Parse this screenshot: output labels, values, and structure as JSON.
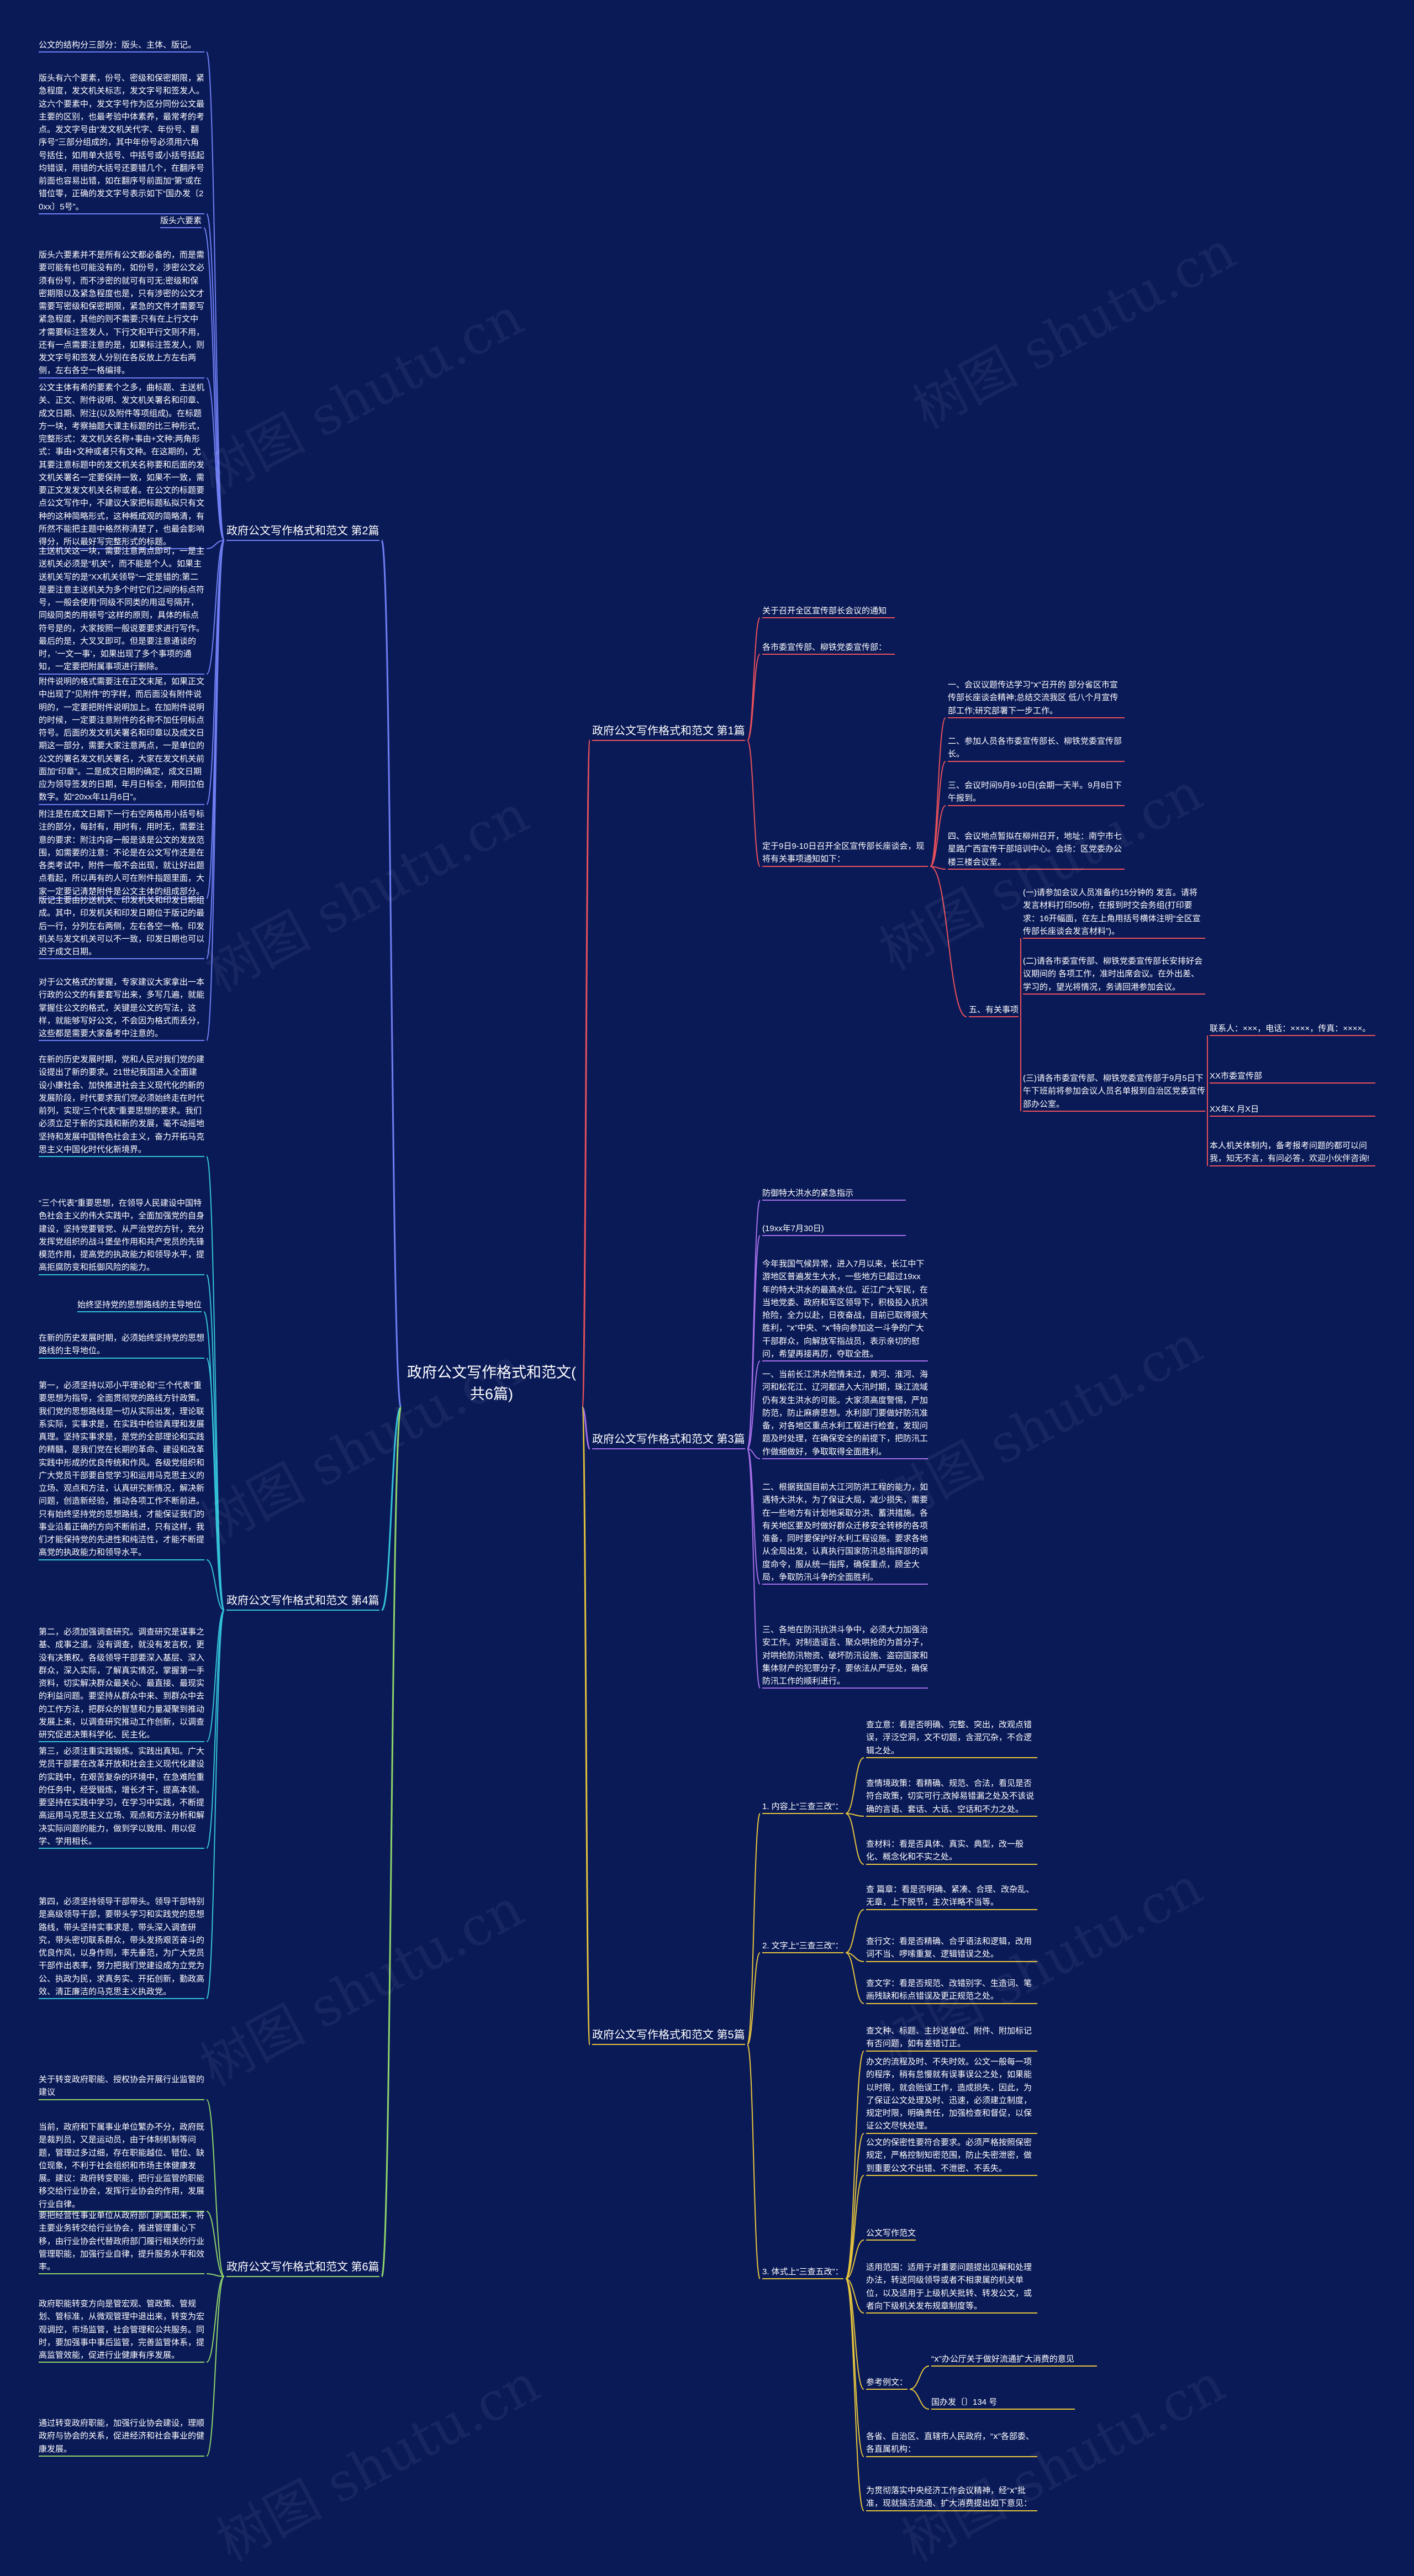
{
  "watermark": "树图 shutu.cn",
  "colors": {
    "background": "#0a1a57",
    "branch1": "#e8505b",
    "branch2": "#6f7ef2",
    "branch3": "#a46ee8",
    "branch4": "#33c1d8",
    "branch5": "#e5c43c",
    "branch6": "#8fd46a"
  },
  "root": {
    "label": "政府公文写作格式和范文(\n共6篇)"
  },
  "branches": [
    {
      "label": "政府公文写作格式和范文 第1篇",
      "children": [
        {
          "label": "关于召开全区宣传部长会议的通知"
        },
        {
          "label": "各市委宣传部、柳铁党委宣传部："
        },
        {
          "label": "定于9日9-10日召开全区宣传部长座谈会，现将有关事项通知如下：",
          "children": [
            {
              "label": "一、会议议题传达学习“ⅹ”召开的 部分省区市宣传部长座谈会精神;总结交流我区 低八个月宣传部工作;研究部署下一步工作。"
            },
            {
              "label": "二、参加人员各市委宣传部长、柳铁党委宣传部长。"
            },
            {
              "label": "三、会议时间9月9-10日(会期一天半。9月8日下午报到。"
            },
            {
              "label": "四、会议地点暂拟在柳州召开，地址：南宁市七星路广西宣传干部培训中心。会场：区党委办公楼三楼会议室。"
            },
            {
              "label": "五、有关事项",
              "children": [
                {
                  "label": "(一)请参加会议人员准备约15分钟的 发言。请将发言材料打印50份，在报到时交会务组(打印要求：16开幅面，在左上角用括号横体注明“全区宣传部长座谈会发言材料”)。"
                },
                {
                  "label": "(二)请各市委宣传部、柳铁党委宣传部长安排好会议期间的 各项工作，准时出席会议。在外出差、学习的，望光将情况，务请回港参加会议。"
                },
                {
                  "label": "(三)请各市委宣传部、柳铁党委宣传部于9月5日下午下班前将参加会议人员名单报到自治区党委宣传部办公室。",
                  "children": [
                    {
                      "label": "联系人：×××，电话：××××，传真：××××。"
                    },
                    {
                      "label": "XX市委宣传部"
                    },
                    {
                      "label": "XX年X 月X日"
                    },
                    {
                      "label": "本人机关体制内，备考报考问题的都可以问我，知无不言，有问必答，欢迎小伙伴咨询!"
                    }
                  ]
                }
              ]
            }
          ]
        }
      ]
    },
    {
      "label": "政府公文写作格式和范文 第2篇",
      "children": [
        {
          "label": "公文的结构分三部分：版头、主体、版记。"
        },
        {
          "label": "版头有六个要素，份号、密级和保密期限，紧急程度，发文机关标志，发文字号和签发人。这六个要素中，发文字号作为区分同份公文最主要的区别，也最考验中体素养，最常考的考点。发文字号由“发文机关代字、年份号、翻序号”三部分组成的，其中年份号必须用六角号括住，如用单大括号、中括号或小括号括起均错误，用错的大括号还要错几个，在翻序号前面也容易出错，如在翻序号前面加“第”或在错位零，正确的发文字号表示如下“国办发〔20xx〕5号”。"
        },
        {
          "label": "版头六要素"
        },
        {
          "label": "版头六要素并不是所有公文都必备的，而是需要可能有也可能没有的，如份号，涉密公文必须有份号，而不涉密的就可有可无;密级和保密期限以及紧急程度也是，只有涉密的公文才需要写密级和保密期限，紧急的文件才需要写紧急程度，其他的则不需要;只有在上行文中才需要标注签发人，下行文和平行文则不用，还有一点需要注意的是，如果标注签发人，则发文字号和签发人分别在各反放上方左右两侧，左右各空一格编排。"
        },
        {
          "label": "公文主体有希的要素个之多，曲标题、主送机关、正文、附件说明、发文机关署名和印章、成文日期、附注(以及附件等项组成)。在标题方一块，考察抽题大课主标题的比三种形式，完整形式：发文机关名称+事由+文种;两角形式：事由+文种或者只有文种。在这期的，尤其要注意标题中的发文机关名称要和后面的发文机关署名一定要保持一致，如果不一致，需要正文发发文机关名称或者。在公文的标题要点公文写作中，不建议大家把标题私拟只有文种的这种简略形式，这种概成观的简略清，有所然不能把主题中格然称清楚了，也最会影响得分，所以最好写完整形式的标题。"
        },
        {
          "label": "主送机关这一块，需要注意两点即可，一是主送机关必须是“机关”，而不能是个人。如果主送机关写的是“XX机关领导”一定是错的;第二是要注意主送机关为多个时它们之间的标点符号，一般会使用“同级不同类的用逗号隔开，同级同类的用顿号”这样的原则，具体的标点符号是的，大家按照一般说要要求进行写作。最后的是，大叉叉即可。但是要注意通谈的时，‘一文一事’，如果出现了多个事项的通知，一定要把附属事项进行删除。"
        },
        {
          "label": "附件说明的格式需要注在正文末尾，如果正文中出现了“见附件”的字样，而后面没有附件说明的，一定要把附件说明加上。在加附件说明的时候，一定要注意附件的名称不加任何标点符号。后面的发文机关署名和印章以及成文日期这一部分，需要大家注意两点，一是单位的公文的署名发文机关署名，大家在发文机关前面加“印章”。二是成文日期的确定，成文日期应为领导签发的日期，年月日标全，用阿拉伯数字。如“20xx年11月6日”。"
        },
        {
          "label": "附注是在成文日期下一行右空两格用小括号标注的部分，每封有，用时有，用时无，需要注意的要求：附注内容一般是该是公文的发放范围，如需要的注意：不论是在公文写作还是在各类考试中，附件一般不会出现，就让好出题点看起，所以再有的人可在附件指题里面，大家一定要记清楚附件是公文主体的组成部分。"
        },
        {
          "label": "版记主要由抄送机关、印发机关和印发日期组成。其中，印发机关和印发日期位于版记的最后一行，分列左右两侧，左右各空一格。印发机关与发文机关可以不一致，印发日期也可以迟于成文日期。"
        },
        {
          "label": "对于公文格式的掌握，专家建议大家拿出一本行政的公文的有要套写出来，多写几遍，就能掌握住公文的格式，关键是公文的写法，这样，就能够写好公文，不会因为格式而丢分，这些都是需要大家备考中注意的。"
        }
      ]
    },
    {
      "label": "政府公文写作格式和范文 第3篇",
      "children": [
        {
          "label": "防御特大洪水的紧急指示"
        },
        {
          "label": "(19xx年7月30日)"
        },
        {
          "label": "今年我国气候异常，进入7月以来，长江中下游地区普遍发生大水，一些地方已超过19xx年的特大洪水的最高水位。近江广大军民，在当地党委、政府和军区领导下，积极投入抗洪抢险，全力以赴，日夜奋战，目前已取得很大胜利，“ⅹ”中央、“ⅹ”特向参加这一斗争的广大干部群众，向解放军指战员，表示亲切的慰问，希望再接再厉，夺取全胜。"
        },
        {
          "label": "一、当前长江洪水险情未过，黄河、淮河、海河和松花江、辽河都进入大汛时期，珠江流域仍有发生洪水的可能。大家须高度警惕，严加防范，防止麻痹思想。水利部门要做好防汛准备，对各地区重点水利工程进行检查，发现问题及时处理，在确保安全的前提下，把防汛工作做细做好，争取取得全面胜利。"
        },
        {
          "label": "二、根据我国目前大江河防洪工程的能力，如遇特大洪水，为了保证大局，减少损失，需要在一些地方有计划地采取分洪、蓄洪措施。各有关地区要及时做好群众迁移安全转移的各项准备，同时要保护好水利工程设施。要求各地从全局出发，认真执行国家防汛总指挥部的调度命令，服从统一指挥，确保重点，顾全大局，争取防汛斗争的全面胜利。"
        },
        {
          "label": "三、各地在防汛抗洪斗争中，必须大力加强治安工作。对制造谣言、聚众哄抢的为首分子，对哄抢防汛物资、破坏防汛设施、盗窃国家和集体财产的犯罪分子，要依法从严惩处，确保防汛工作的顺利进行。"
        }
      ]
    },
    {
      "label": "政府公文写作格式和范文 第4篇",
      "children": [
        {
          "label": "在新的历史发展时期，党和人民对我们党的建设提出了新的要求。21世纪我国进入全面建设小康社会、加快推进社会主义现代化的新的发展阶段，时代要求我们党必须始终走在时代前列，实现“三个代表”重要思想的要求。我们必须立足于新的实践和新的发展，毫不动摇地坚持和发展中国特色社会主义，奋力开拓马克思主义中国化时代化新境界。"
        },
        {
          "label": "“三个代表”重要思想，在领导人民建设中国特色社会主义的伟大实践中，全面加强党的自身建设，坚持党要管党、从严治党的方针，充分发挥党组织的战斗堡垒作用和共产党员的先锋模范作用，提高党的执政能力和领导水平，提高拒腐防变和抵御风险的能力。"
        },
        {
          "label": "始终坚持党的思想路线的主导地位"
        },
        {
          "label": "在新的历史发展时期，必须始终坚持党的思想路线的主导地位。"
        },
        {
          "label": "第一，必须坚持以邓小平理论和“三个代表”重要思想为指导，全面贯彻党的路线方针政策。我们党的思想路线是一切从实际出发，理论联系实际，实事求是，在实践中检验真理和发展真理。坚持实事求是，是党的全部理论和实践的精髓，是我们党在长期的革命、建设和改革实践中形成的优良传统和作风。各级党组织和广大党员干部要自觉学习和运用马克思主义的立场、观点和方法，认真研究新情况，解决新问题，创造新经验，推动各项工作不断前进。只有始终坚持党的思想路线，才能保证我们的事业沿着正确的方向不断前进，只有这样，我们才能保持党的先进性和纯洁性，才能不断提高党的执政能力和领导水平。"
        },
        {
          "label": "第二，必须加强调查研究。调查研究是谋事之基、成事之道。没有调查，就没有发言权，更没有决策权。各级领导干部要深入基层、深入群众，深入实际，了解真实情况，掌握第一手资料，切实解决群众最关心、最直接、最现实的利益问题。要坚持从群众中来、到群众中去的工作方法，把群众的智慧和力量凝聚到推动发展上来，以调查研究推动工作创新，以调查研究促进决策科学化、民主化。"
        },
        {
          "label": "第三，必须注重实践锻炼。实践出真知。广大党员干部要在改革开放和社会主义现代化建设的实践中，在艰苦复杂的环境中，在急难险重的任务中，经受锻炼，增长才干，提高本领。要坚持在实践中学习，在学习中实践，不断提高运用马克思主义立场、观点和方法分析和解决实际问题的能力，做到学以致用、用以促学、学用相长。"
        },
        {
          "label": "第四，必须坚持领导干部带头。领导干部特别是高级领导干部，要带头学习和实践党的思想路线，带头坚持实事求是，带头深入调查研究，带头密切联系群众，带头发扬艰苦奋斗的优良作风，以身作则，率先垂范，为广大党员干部作出表率，努力把我们党建设成为立党为公、执政为民，求真务实、开拓创新，勤政高效、清正廉洁的马克思主义执政党。"
        }
      ]
    },
    {
      "label": "政府公文写作格式和范文 第5篇",
      "children": [
        {
          "label": "1. 内容上“三查三改”：",
          "children": [
            {
              "label": "查立意：看是否明确、完整、突出，改观点错误，浮泛空洞，文不切题，含混冗杂，不合逻辑之处。"
            },
            {
              "label": "查情境政策：看精确、规范、合法，看见是否符合政策，切实可行;改掉易错漏之处及不该说确的言语、套话、大话、空话和不力之处。"
            },
            {
              "label": "查材料：看是否具体、真实、典型，改一般化、概念化和不实之处。"
            }
          ]
        },
        {
          "label": "2. 文字上“三查三改”：",
          "children": [
            {
              "label": "查 篇章：看是否明确、紧凑、合理、改杂乱、无章，上下脱节，主次详略不当等。"
            },
            {
              "label": "查行文：看是否精确、合乎语法和逻辑，改用词不当、啰嗦重复、逻辑错误之处。"
            },
            {
              "label": "查文字：看是否规范、改错别字、生造词、笔画残缺和标点错误及更正规范之处。"
            }
          ]
        },
        {
          "label": "3. 体式上“三查五改”：",
          "children": [
            {
              "label": "查文种、标题、主抄送单位、附件、附加标记有否问题，如有差错订正。"
            },
            {
              "label": "办文的流程及时、不失时效。公文一般每一项的程序，稍有怠慢就有误事误公之处，如果能以时限，就会贻误工作，造成损失，因此，为了保证公文处理及时、迅速，必须建立制度，规定时限，明确责任，加强检查和督促，以保证公文尽快处理。"
            },
            {
              "label": "公文的保密性要符合要求。必须严格按照保密规定，严格控制知密范围，防止失密泄密，做到重要公文不出错、不泄密、不丢失。"
            },
            {
              "label": "公文写作范文"
            },
            {
              "label": "适用范围：适用于对重要问题提出见解和处理办法，转送同级领导或者不相隶属的机关单位，以及适用于上级机关批转、转发公文，或者向下级机关发布规章制度等。"
            },
            {
              "label": "参考例文：",
              "children": [
                {
                  "label": "“ⅹ”办公厅关于做好流通扩大消费的意见"
                },
                {
                  "label": "国办发〔〕134 号"
                }
              ]
            },
            {
              "label": "各省、自治区、直辖市人民政府，“ⅹ”各部委、各直属机构："
            },
            {
              "label": "为贯彻落实中央经济工作会议精神，经“ⅹ”批准，现就搞活流通、扩大消费提出如下意见："
            }
          ]
        }
      ]
    },
    {
      "label": "政府公文写作格式和范文 第6篇",
      "children": [
        {
          "label": "关于转变政府职能、授权协会开展行业监管的建议"
        },
        {
          "label": "当前，政府和下属事业单位繁办不分，政府既是裁判员，又是运动员，由于体制机制等问题，管理过多过细，存在职能越位、错位、缺位现象，不利于社会组织和市场主体健康发展。建议：政府转变职能，把行业监管的职能移交给行业协会，发挥行业协会的作用，发展行业自律。"
        },
        {
          "label": "要把经营性事业单位从政府部门剥离出来，将主要业务转交给行业协会，推进管理重心下移，由行业协会代替政府部门履行相关的行业管理职能，加强行业自律，提升服务水平和效率。"
        },
        {
          "label": "政府职能转变方向是管宏观、管政策、管规划、管标准，从微观管理中退出来，转变为宏观调控，市场监管，社会管理和公共服务。同时，要加强事中事后监管，完善监管体系，提高监管效能，促进行业健康有序发展。"
        },
        {
          "label": "通过转变政府职能，加强行业协会建设，理顺政府与协会的关系，促进经济和社会事业的健康发展。"
        }
      ]
    }
  ]
}
